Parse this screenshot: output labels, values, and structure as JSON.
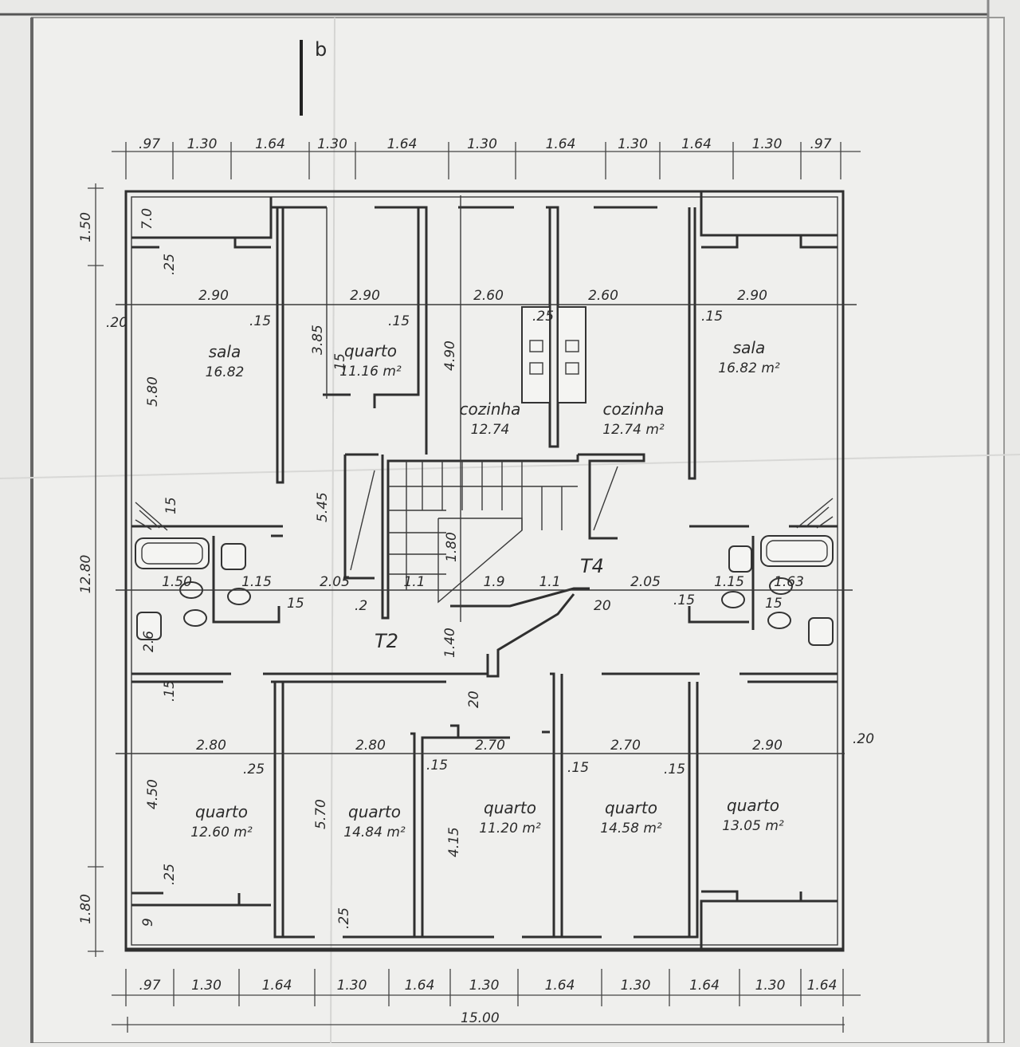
{
  "section_marker": "b",
  "top_dimensions": [
    ".97",
    "1.30",
    "1.64",
    "1.30",
    "1.64",
    "1.30",
    "1.64",
    "1.30",
    "1.64",
    "1.30",
    ".97"
  ],
  "bottom_dimensions": [
    ".97",
    "1.30",
    "1.64",
    "1.30",
    "1.64",
    "1.30",
    "1.64",
    "1.30",
    "1.64",
    "1.30",
    "1.64"
  ],
  "total_width": "15.00",
  "left_dimensions": [
    "1.50",
    "12.80",
    "1.80"
  ],
  "row_dims_upper": [
    "2.90",
    "2.90",
    "2.60",
    "2.60",
    "2.90"
  ],
  "row_dims_middle": [
    "1.50",
    "1.15",
    "2.05",
    "1.1",
    "1.9",
    "1.1",
    "2.05",
    "1.15",
    "1.63"
  ],
  "row_dims_lower": [
    "2.80",
    "2.80",
    "2.70",
    "2.70",
    "2.90"
  ],
  "rooms": [
    {
      "name": "sala",
      "area": "16.82"
    },
    {
      "name": "quarto",
      "area": "11.16 m²"
    },
    {
      "name": "cozinha",
      "area": "12.74"
    },
    {
      "name": "cozinha",
      "area": "12.74 m²"
    },
    {
      "name": "sala",
      "area": "16.82 m²"
    },
    {
      "name": "quarto",
      "area": "12.60 m²"
    },
    {
      "name": "quarto",
      "area": "14.84 m²"
    },
    {
      "name": "quarto",
      "area": "11.20 m²"
    },
    {
      "name": "quarto",
      "area": "14.58 m²"
    },
    {
      "name": "quarto",
      "area": "13.05 m²"
    }
  ],
  "interior_dims": {
    "v_580": "5.80",
    "v_385": "3.85",
    "v_490": "4.90",
    "v_545": "5.45",
    "v_180": "1.80",
    "v_140": "1.40",
    "v_450": "4.50",
    "v_570": "5.70",
    "v_415": "4.15",
    "d20a": ".20",
    "d20b": ".20",
    "d20c": "20",
    "d20d": "20",
    "d2": ".2",
    "d25a": ".25",
    "d25b": ".25",
    "d25c": ".25",
    "d25d": ".25",
    "d25e": ".25",
    "d15a": ".15",
    "d15b": ".15",
    "d15c": ".15",
    "d15d": ".15",
    "d15e": ".15",
    "d15f": ".15",
    "d15g": ".15",
    "d15h": ".15",
    "d15i": ".15",
    "d15j": "15",
    "d15k": "15",
    "d15l": "15",
    "d26": "2.6",
    "d70": "7.0",
    "d9": "9"
  },
  "landing_labels": [
    "T2",
    "T4"
  ]
}
